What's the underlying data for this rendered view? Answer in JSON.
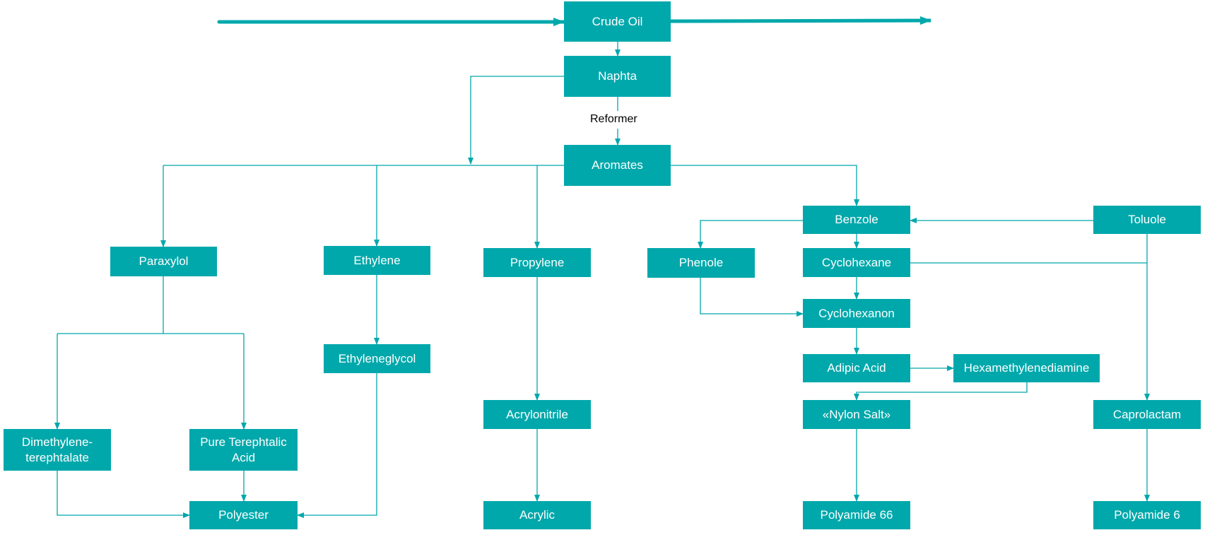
{
  "colors": {
    "node_fill": "#00A8AB",
    "node_text": "#FFFFFF",
    "connector": "#00A8AB"
  },
  "diagram": {
    "nodes": {
      "crude_oil": "Crude Oil",
      "naphta": "Naphta",
      "aromates": "Aromates",
      "paraxylol": "Paraxylol",
      "ethylene": "Ethylene",
      "propylene": "Propylene",
      "benzole": "Benzole",
      "toluole": "Toluole",
      "phenole": "Phenole",
      "cyclohexane": "Cyclohexane",
      "cyclohexanon": "Cyclohexanon",
      "adipic_acid": "Adipic Acid",
      "hexamethylenediamine": "Hexamethylenediamine",
      "ethyleneglycol": "Ethyleneglycol",
      "acrylonitrile": "Acrylonitrile",
      "nylon_salt": "«Nylon Salt»",
      "caprolactam": "Caprolactam",
      "dimethylene_terephtalate": "Dimethylene-terephtalate",
      "pure_terephtalic_acid": "Pure Terephtalic Acid",
      "polyester": "Polyester",
      "acrylic": "Acrylic",
      "polyamide_66": "Polyamide 66",
      "polyamide_6": "Polyamide 6"
    },
    "edge_labels": {
      "reformer": "Reformer"
    }
  }
}
